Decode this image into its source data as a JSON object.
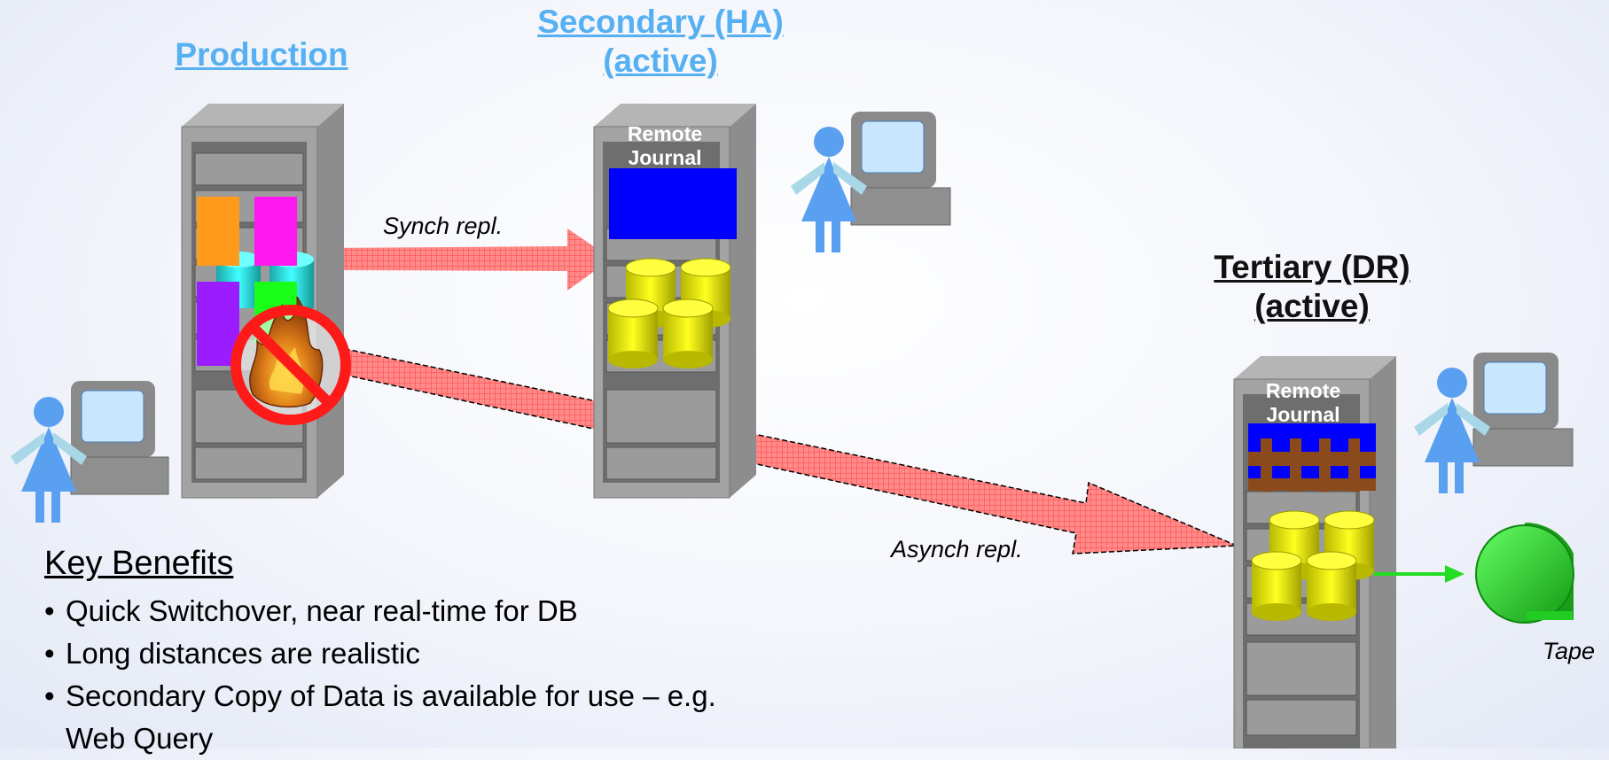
{
  "sites": {
    "production": "Production",
    "secondary": [
      "Secondary (HA)",
      "(active)"
    ],
    "tertiary": [
      "Tertiary (DR)",
      "(active)"
    ]
  },
  "racks": {
    "secondary_label": [
      "Remote",
      "Journal"
    ],
    "tertiary_label": [
      "Remote",
      "Journal"
    ]
  },
  "replication": {
    "synch": "Synch repl.",
    "asynch": "Asynch repl."
  },
  "tape": "Tape",
  "benefits": {
    "heading": "Key Benefits",
    "items": [
      "Quick Switchover, near real-time for DB",
      "Long distances are realistic",
      "Secondary Copy of Data is available for use – e.g.",
      "Web Query"
    ]
  },
  "colors": {
    "site_label_blue": "#56b0f2",
    "rack_gray": "#8c8c8c",
    "arrow_red": "#ff6b6b",
    "journal_blue": "#0000ff",
    "db_yellow": "#e6e600",
    "tape_green": "#22cc22"
  }
}
